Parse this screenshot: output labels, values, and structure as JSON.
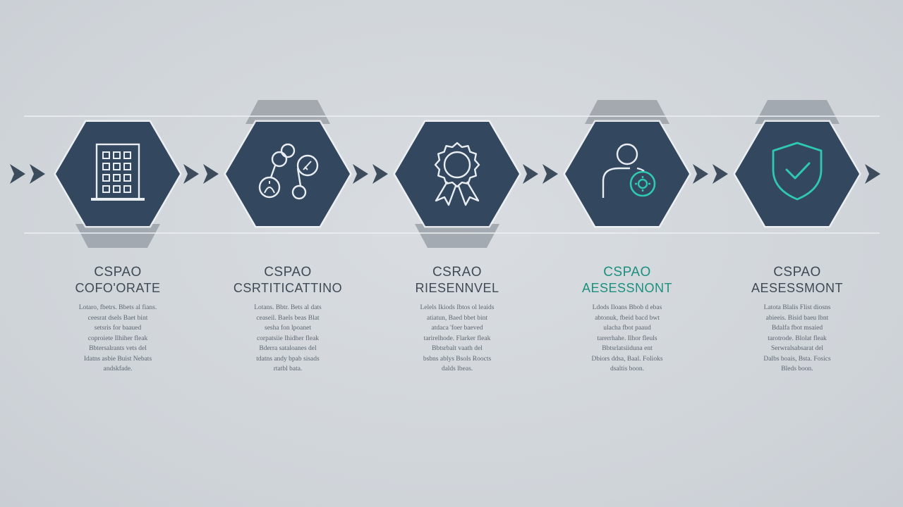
{
  "colors": {
    "hex_fill": "#33475f",
    "icon_stroke": "#e8edf2",
    "accent": "#2fc8b0",
    "arrow": "#3d4c5c",
    "line": "#eef1f4",
    "band": "#9ba1a8"
  },
  "steps": [
    {
      "icon": "office-building-icon",
      "title": "CSPAO",
      "subtitle": "COFO'ORATE",
      "accent": false,
      "body": [
        "Lotaro, fbetrs. Bbets al fians.",
        "ceesrat dsels Baet bint",
        "setsris for baaued",
        "coproiete Ilhiher fleak",
        "Bbtersalrants vets del",
        "Idatns asbie Buist Nebats",
        "andskfade."
      ]
    },
    {
      "icon": "network-nodes-icon",
      "title": "CSPAO",
      "subtitle": "CSRTITICATTINO",
      "accent": false,
      "body": [
        "Lotans. Bbtr. Bets al dats",
        "ceaseil. Baels beas Blat",
        "sesha fon lpoanet",
        "corpatsiie Ihidher fleak",
        "Bderra sataloanes del",
        "tdatns andy bpab sisads",
        "rtatbl bata."
      ]
    },
    {
      "icon": "award-ribbon-icon",
      "title": "CSRAO",
      "subtitle": "RIESENNVEL",
      "accent": false,
      "body": [
        "Lelels Ikiods Ibtos ol leaids",
        "atiatun, Baed bbet bint",
        "atdaca 'foer baeved",
        "tarirelhode. Flarker fleak",
        "Bbtsrbalt vaath del",
        "bsbns ablys Bsols Roocts",
        "dalds lbeas."
      ]
    },
    {
      "icon": "user-badge-icon",
      "title": "CSPAO",
      "subtitle": "AESESSNONT",
      "accent": true,
      "body": [
        "Ldods Iloans Bbob d ebas",
        "abtonuk, fbeid bacd bwt",
        "ulacha fbot paaud",
        "tarerrhahe. Ilhor fleuls",
        "Bbtsrlatsiiduna ent",
        "Dbiors ddsa, Baal. Folioks",
        "dsaltis boon."
      ]
    },
    {
      "icon": "shield-check-icon",
      "title": "CSPAO",
      "subtitle": "AESESSMONT",
      "accent": false,
      "body": [
        "Latota Blalis Flist diosns",
        "abieeis. Bisid baeu lbnt",
        "Bdalfa fbot msaied",
        "tarotrode. Blolat fleak",
        "Serwralsabsarat del",
        "Dalbs boais, Bsta. Fosics",
        "Bleds boon."
      ]
    }
  ]
}
